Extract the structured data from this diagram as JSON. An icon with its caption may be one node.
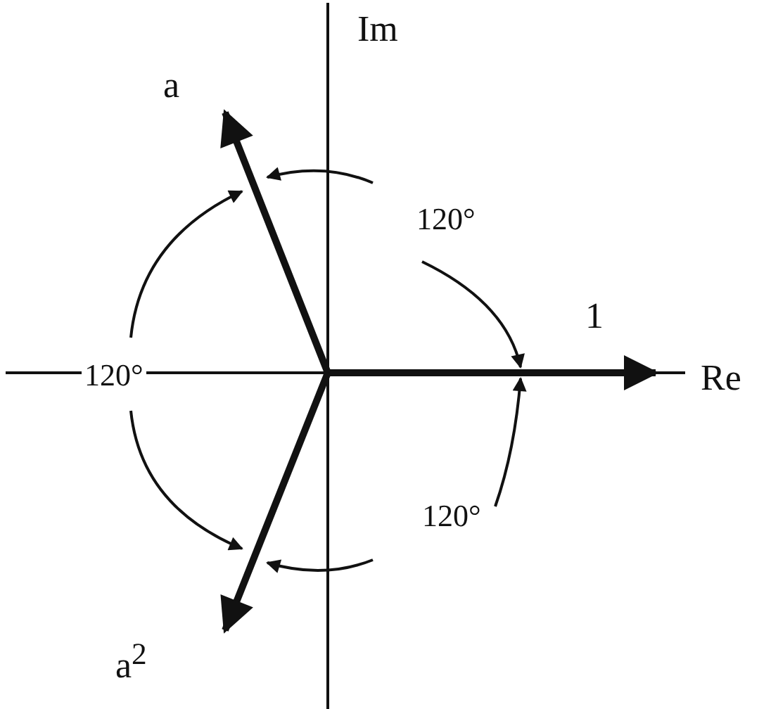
{
  "diagram": {
    "labels": [
      "Im",
      "a",
      "120°",
      "1",
      "120°",
      "Re",
      "120°",
      "a$^{2}$"
    ]
  }
}
